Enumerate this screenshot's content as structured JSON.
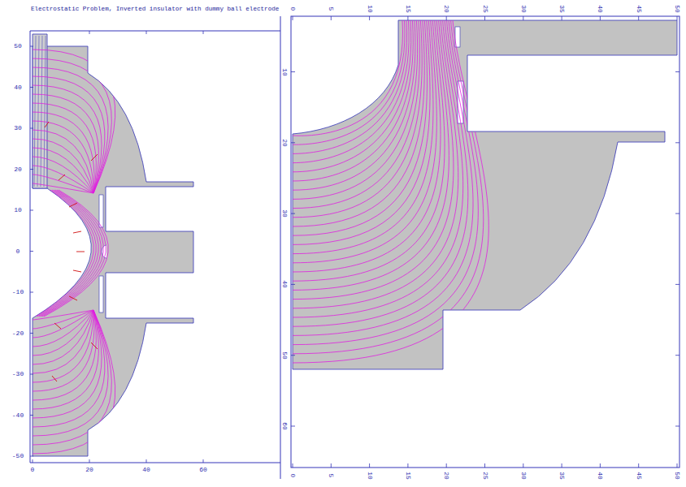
{
  "diagram": {
    "title": "Electrostatic Problem, Inverted insulator with dummy ball electrode",
    "labels": [
      "50",
      "40",
      "30",
      "20",
      "10",
      "0",
      "-10",
      "-20",
      "-30",
      "-40",
      "-50",
      "0",
      "20",
      "40",
      "60",
      "0",
      "5",
      "10",
      "15",
      "20",
      "25",
      "30",
      "35",
      "40",
      "45",
      "50",
      "10",
      "20",
      "30",
      "40",
      "50",
      "60",
      "0",
      "5",
      "10",
      "15",
      "20",
      "25",
      "30",
      "35",
      "40",
      "45",
      "50"
    ]
  }
}
